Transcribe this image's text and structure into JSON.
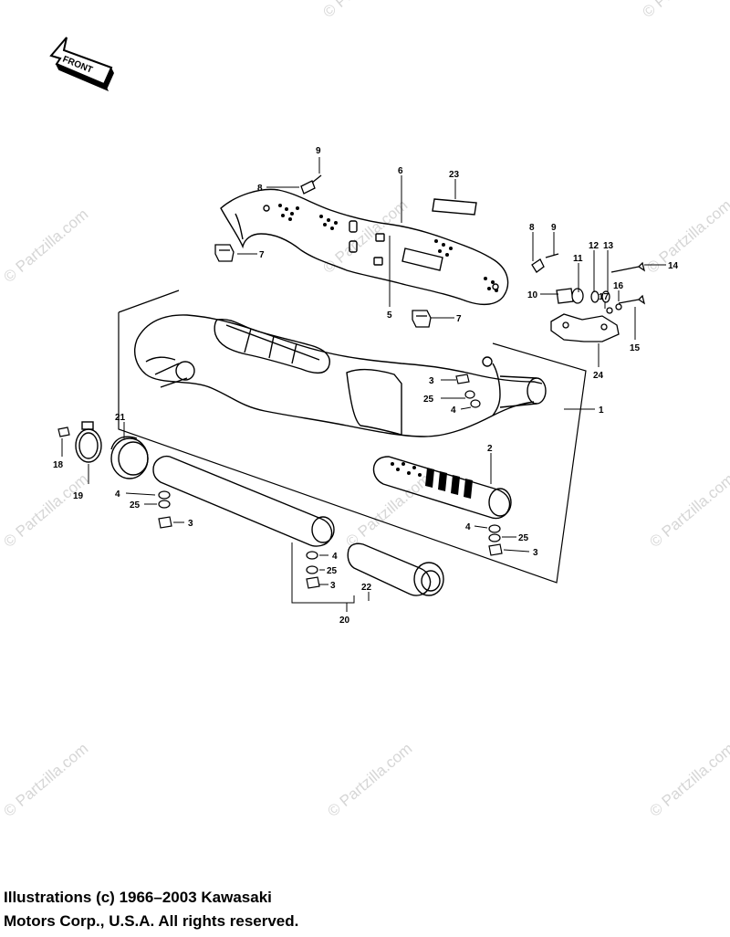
{
  "diagram": {
    "front_label": "FRONT",
    "callouts": [
      {
        "id": "1",
        "text": "1"
      },
      {
        "id": "2",
        "text": "2"
      },
      {
        "id": "3a",
        "text": "3"
      },
      {
        "id": "3b",
        "text": "3"
      },
      {
        "id": "3c",
        "text": "3"
      },
      {
        "id": "3d",
        "text": "3"
      },
      {
        "id": "4a",
        "text": "4"
      },
      {
        "id": "4b",
        "text": "4"
      },
      {
        "id": "4c",
        "text": "4"
      },
      {
        "id": "4d",
        "text": "4"
      },
      {
        "id": "5",
        "text": "5"
      },
      {
        "id": "6",
        "text": "6"
      },
      {
        "id": "7a",
        "text": "7"
      },
      {
        "id": "7b",
        "text": "7"
      },
      {
        "id": "8a",
        "text": "8"
      },
      {
        "id": "8b",
        "text": "8"
      },
      {
        "id": "9a",
        "text": "9"
      },
      {
        "id": "9b",
        "text": "9"
      },
      {
        "id": "10",
        "text": "10"
      },
      {
        "id": "11",
        "text": "11"
      },
      {
        "id": "12",
        "text": "12"
      },
      {
        "id": "13",
        "text": "13"
      },
      {
        "id": "14",
        "text": "14"
      },
      {
        "id": "15",
        "text": "15"
      },
      {
        "id": "16",
        "text": "16"
      },
      {
        "id": "17",
        "text": "17"
      },
      {
        "id": "18",
        "text": "18"
      },
      {
        "id": "19",
        "text": "19"
      },
      {
        "id": "20",
        "text": "20"
      },
      {
        "id": "21",
        "text": "21"
      },
      {
        "id": "22",
        "text": "22"
      },
      {
        "id": "23",
        "text": "23"
      },
      {
        "id": "24",
        "text": "24"
      },
      {
        "id": "25a",
        "text": "25"
      },
      {
        "id": "25b",
        "text": "25"
      },
      {
        "id": "25c",
        "text": "25"
      },
      {
        "id": "25d",
        "text": "25"
      }
    ]
  },
  "watermark": {
    "text": "© Partzilla.com"
  },
  "copyright": {
    "line1": "Illustrations (c) 1966–2003 Kawasaki",
    "line2": "Motors Corp., U.S.A.  All rights reserved."
  }
}
